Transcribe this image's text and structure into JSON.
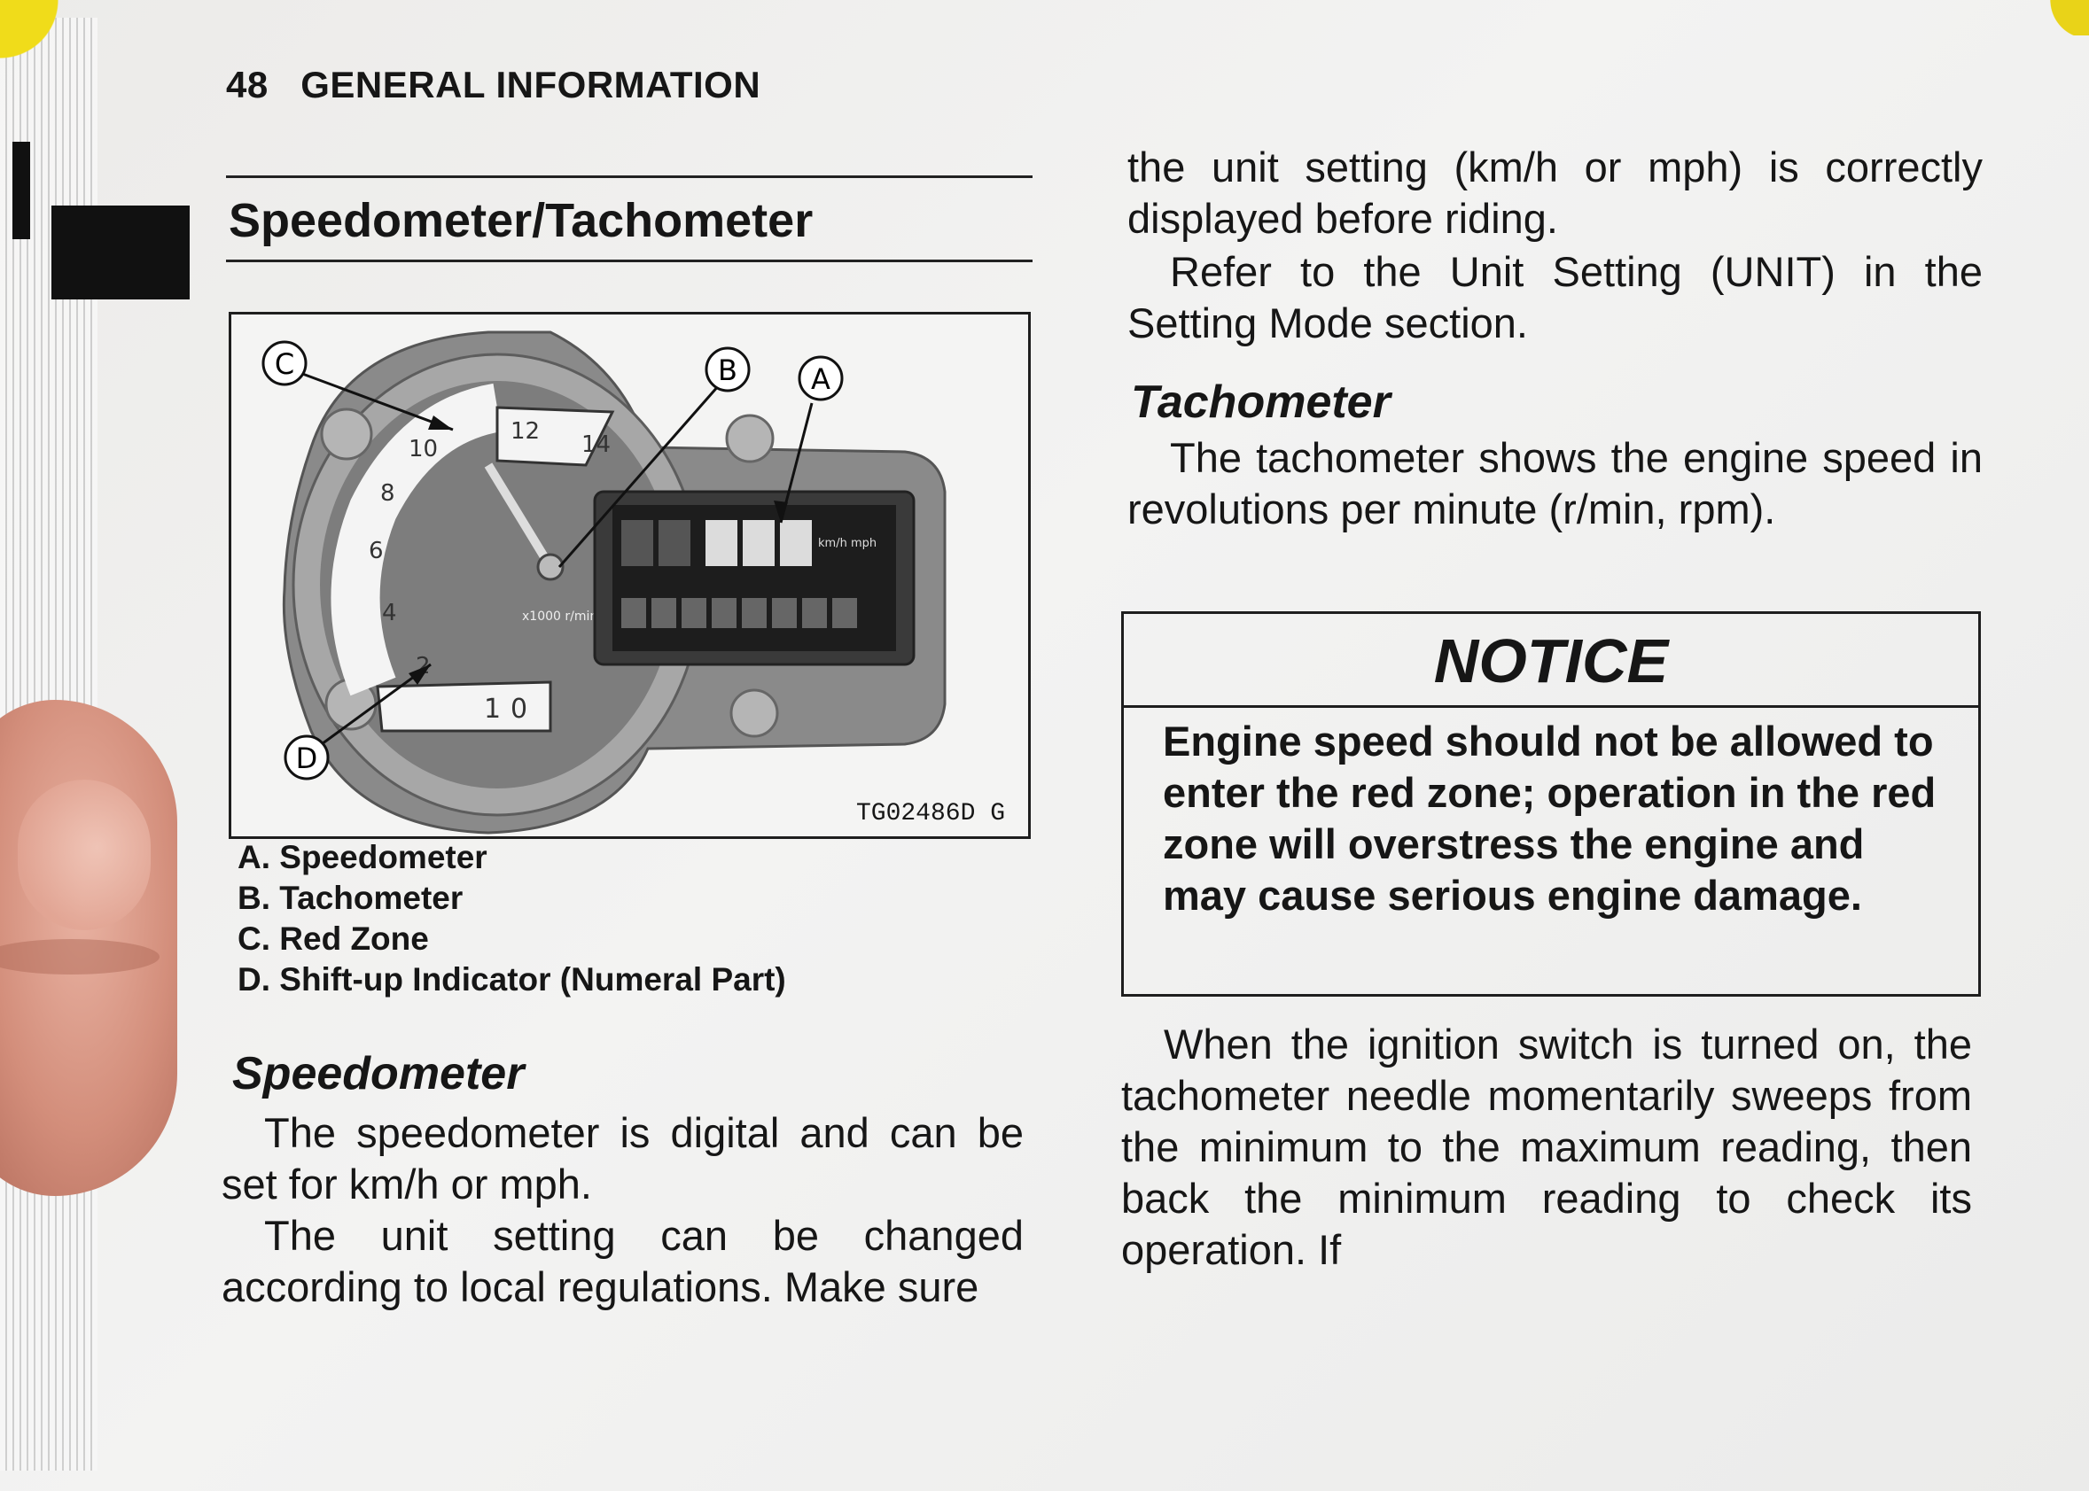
{
  "header": {
    "page_number": "48",
    "section": "GENERAL INFORMATION"
  },
  "left": {
    "title": "Speedometer/Tachometer",
    "figure": {
      "code": "TG02486D G",
      "callouts": [
        "A",
        "B",
        "C",
        "D"
      ],
      "scale_labels": [
        "1",
        "0",
        "2",
        "4",
        "6",
        "8",
        "10",
        "12",
        "14"
      ],
      "unit_label": "x1000 r/min",
      "speed_unit": "km/h mph"
    },
    "legend": [
      "A. Speedometer",
      "B. Tachometer",
      "C. Red Zone",
      "D. Shift-up Indicator (Numeral Part)"
    ],
    "speedometer_heading": "Speedometer",
    "speedometer_p1": "The speedometer is digital and can be set for km/h or mph.",
    "speedometer_p2": "The unit setting can be changed according to local regulations. Make sure"
  },
  "right": {
    "cont_p": "the unit setting (km/h or mph) is correctly displayed before riding.",
    "refer_p": "Refer to the Unit Setting (UNIT) in the Setting Mode section.",
    "tachometer_heading": "Tachometer",
    "tachometer_p": "The tachometer shows the engine speed in revolutions per minute (r/min, rpm).",
    "notice": {
      "title": "NOTICE",
      "body": "Engine speed should not be allowed to enter the red zone; operation in the red zone will overstress the engine and may cause serious engine damage."
    },
    "ignition_p": "When the ignition switch is turned on, the tachometer needle momentarily sweeps from the minimum to the maximum reading, then back the minimum reading to check its operation. If"
  }
}
